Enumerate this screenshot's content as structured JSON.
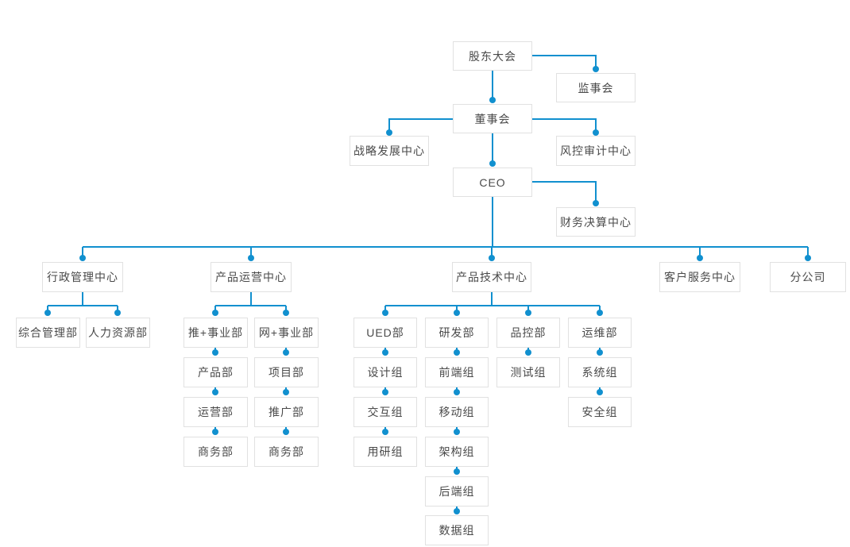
{
  "colors": {
    "line_blue": "#1190cf",
    "node_border": "#e1e1e1",
    "node_text": "#4a4a4a",
    "node_bg": "#ffffff",
    "page_bg": "#ffffff"
  },
  "nodes": {
    "shareholders": "股东大会",
    "supervisory": "监事会",
    "board": "董事会",
    "strategy_center": "战略发展中心",
    "risk_audit_center": "风控审计中心",
    "ceo": "CEO",
    "finance_center": "财务决算中心",
    "admin_center": "行政管理中心",
    "ops_center": "产品运营中心",
    "tech_center": "产品技术中心",
    "service_center": "客户服务中心",
    "branch_company": "分公司",
    "general_admin": "综合管理部",
    "hr": "人力资源部",
    "tui_division": "推+事业部",
    "wang_division": "网+事业部",
    "product_dept": "产品部",
    "project_dept": "项目部",
    "operations_dept": "运营部",
    "promotion_dept": "推广部",
    "business_dept_1": "商务部",
    "business_dept_2": "商务部",
    "ued_dept": "UED部",
    "rd_dept": "研发部",
    "qc_dept": "品控部",
    "om_dept": "运维部",
    "design_group": "设计组",
    "frontend_group": "前端组",
    "testing_group": "测试组",
    "system_group": "系统组",
    "interaction_group": "交互组",
    "mobile_group": "移动组",
    "security_group": "安全组",
    "research_group": "用研组",
    "architecture_group": "架构组",
    "backend_group": "后端组",
    "data_group": "数据组"
  },
  "structure": {
    "shareholders": [
      "supervisory",
      "board"
    ],
    "board": [
      "strategy_center",
      "risk_audit_center",
      "ceo"
    ],
    "ceo": [
      "finance_center",
      "admin_center",
      "ops_center",
      "tech_center",
      "service_center",
      "branch_company"
    ],
    "admin_center": [
      "general_admin",
      "hr"
    ],
    "ops_center": [
      "tui_division",
      "wang_division"
    ],
    "tui_division": [
      "product_dept",
      "operations_dept",
      "business_dept_1"
    ],
    "wang_division": [
      "project_dept",
      "promotion_dept",
      "business_dept_2"
    ],
    "tech_center": [
      "ued_dept",
      "rd_dept",
      "qc_dept",
      "om_dept"
    ],
    "ued_dept": [
      "design_group",
      "interaction_group",
      "research_group"
    ],
    "rd_dept": [
      "frontend_group",
      "mobile_group",
      "architecture_group",
      "backend_group",
      "data_group"
    ],
    "qc_dept": [
      "testing_group"
    ],
    "om_dept": [
      "system_group",
      "security_group"
    ]
  }
}
